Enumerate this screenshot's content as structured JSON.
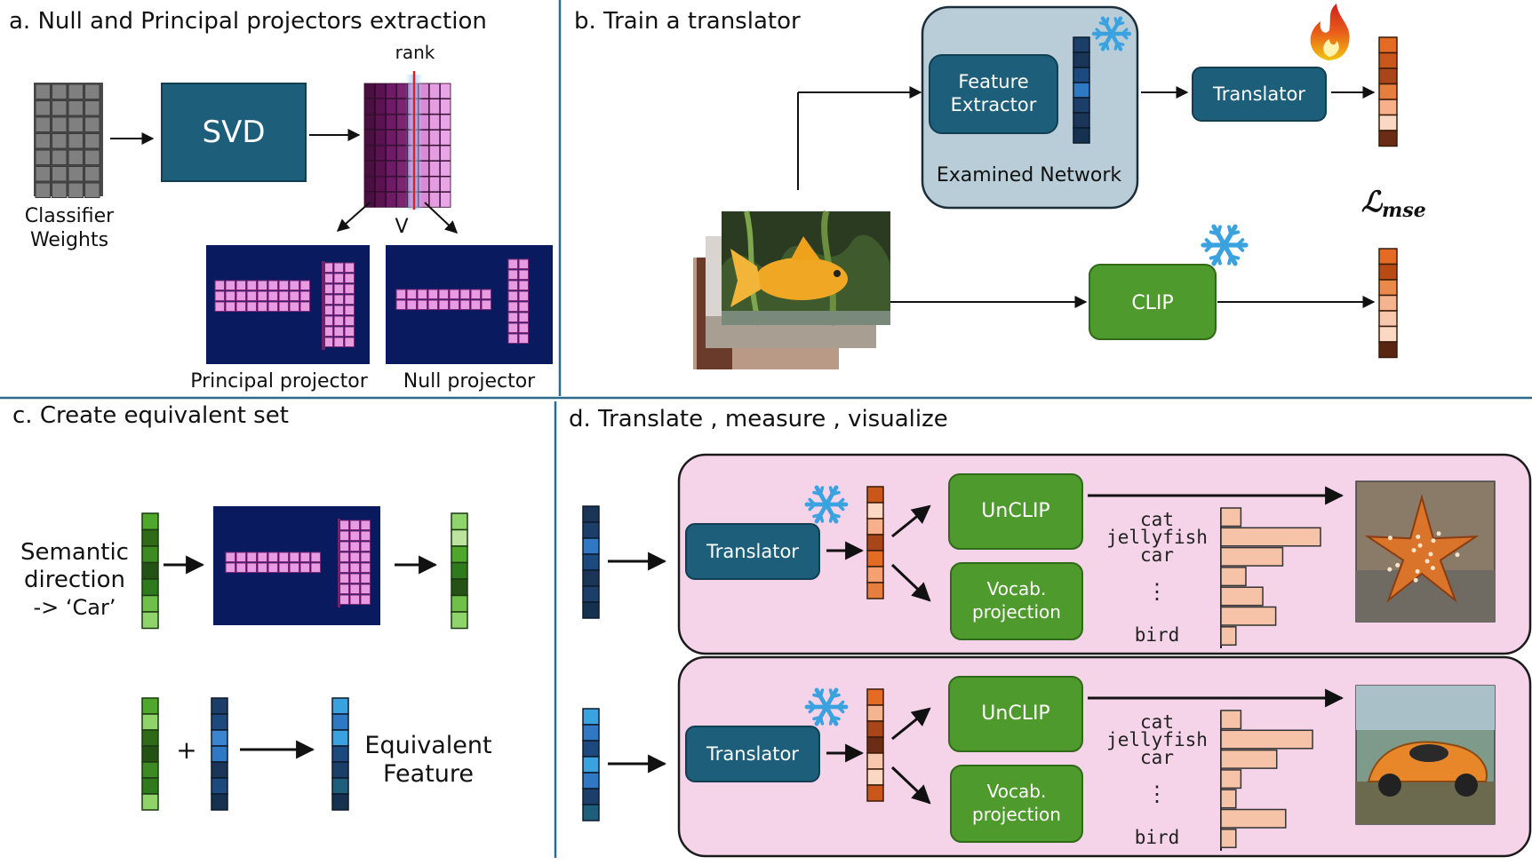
{
  "panels": {
    "a": {
      "title": "a. Null and Principal projectors extraction",
      "rank_label": "rank",
      "classifier_label_line1": "Classifier",
      "classifier_label_line2": "Weights",
      "svd_label": "SVD",
      "v_label": "V",
      "principal_label": "Principal projector",
      "null_label": "Null projector"
    },
    "b": {
      "title": "b. Train a translator",
      "feature_extractor_line1": "Feature",
      "feature_extractor_line2": "Extractor",
      "examined_network_label": "Examined Network",
      "translator_label": "Translator",
      "clip_label": "CLIP",
      "loss_label": "ℒ",
      "loss_subscript": "mse"
    },
    "c": {
      "title": "c. Create equivalent set",
      "semantic_line1": "Semantic",
      "semantic_line2": "direction",
      "semantic_line3": "-> ‘Car’",
      "plus_label": "+",
      "equivalent_line1": "Equivalent",
      "equivalent_line2": "Feature"
    },
    "d": {
      "title": "d. Translate , measure , visualize",
      "rows": [
        {
          "translator_label": "Translator",
          "unclip_label": "UnCLIP",
          "vocab_line1": "Vocab.",
          "vocab_line2": "projection",
          "words": [
            "cat",
            "jellyfish",
            "car"
          ],
          "dots": "⋮",
          "last_word": "bird",
          "bar_values": [
            0.2,
            1.0,
            0.62,
            0.25,
            0.42,
            0.55,
            0.15
          ]
        },
        {
          "translator_label": "Translator",
          "unclip_label": "UnCLIP",
          "vocab_line1": "Vocab.",
          "vocab_line2": "projection",
          "words": [
            "cat",
            "jellyfish",
            "car"
          ],
          "dots": "⋮",
          "last_word": "bird",
          "bar_values": [
            0.2,
            0.92,
            0.56,
            0.2,
            0.15,
            0.65,
            0.15
          ]
        }
      ]
    }
  },
  "colors": {
    "teal_box": "#1d5f7a",
    "green_box": "#4e9a2c",
    "navy": "#0a1a5e",
    "pink_bg": "#f5d3e8",
    "gray_bg": "#b8cdd8",
    "divider": "#2e6a8a",
    "bar_fill": "#f6c3a8"
  }
}
